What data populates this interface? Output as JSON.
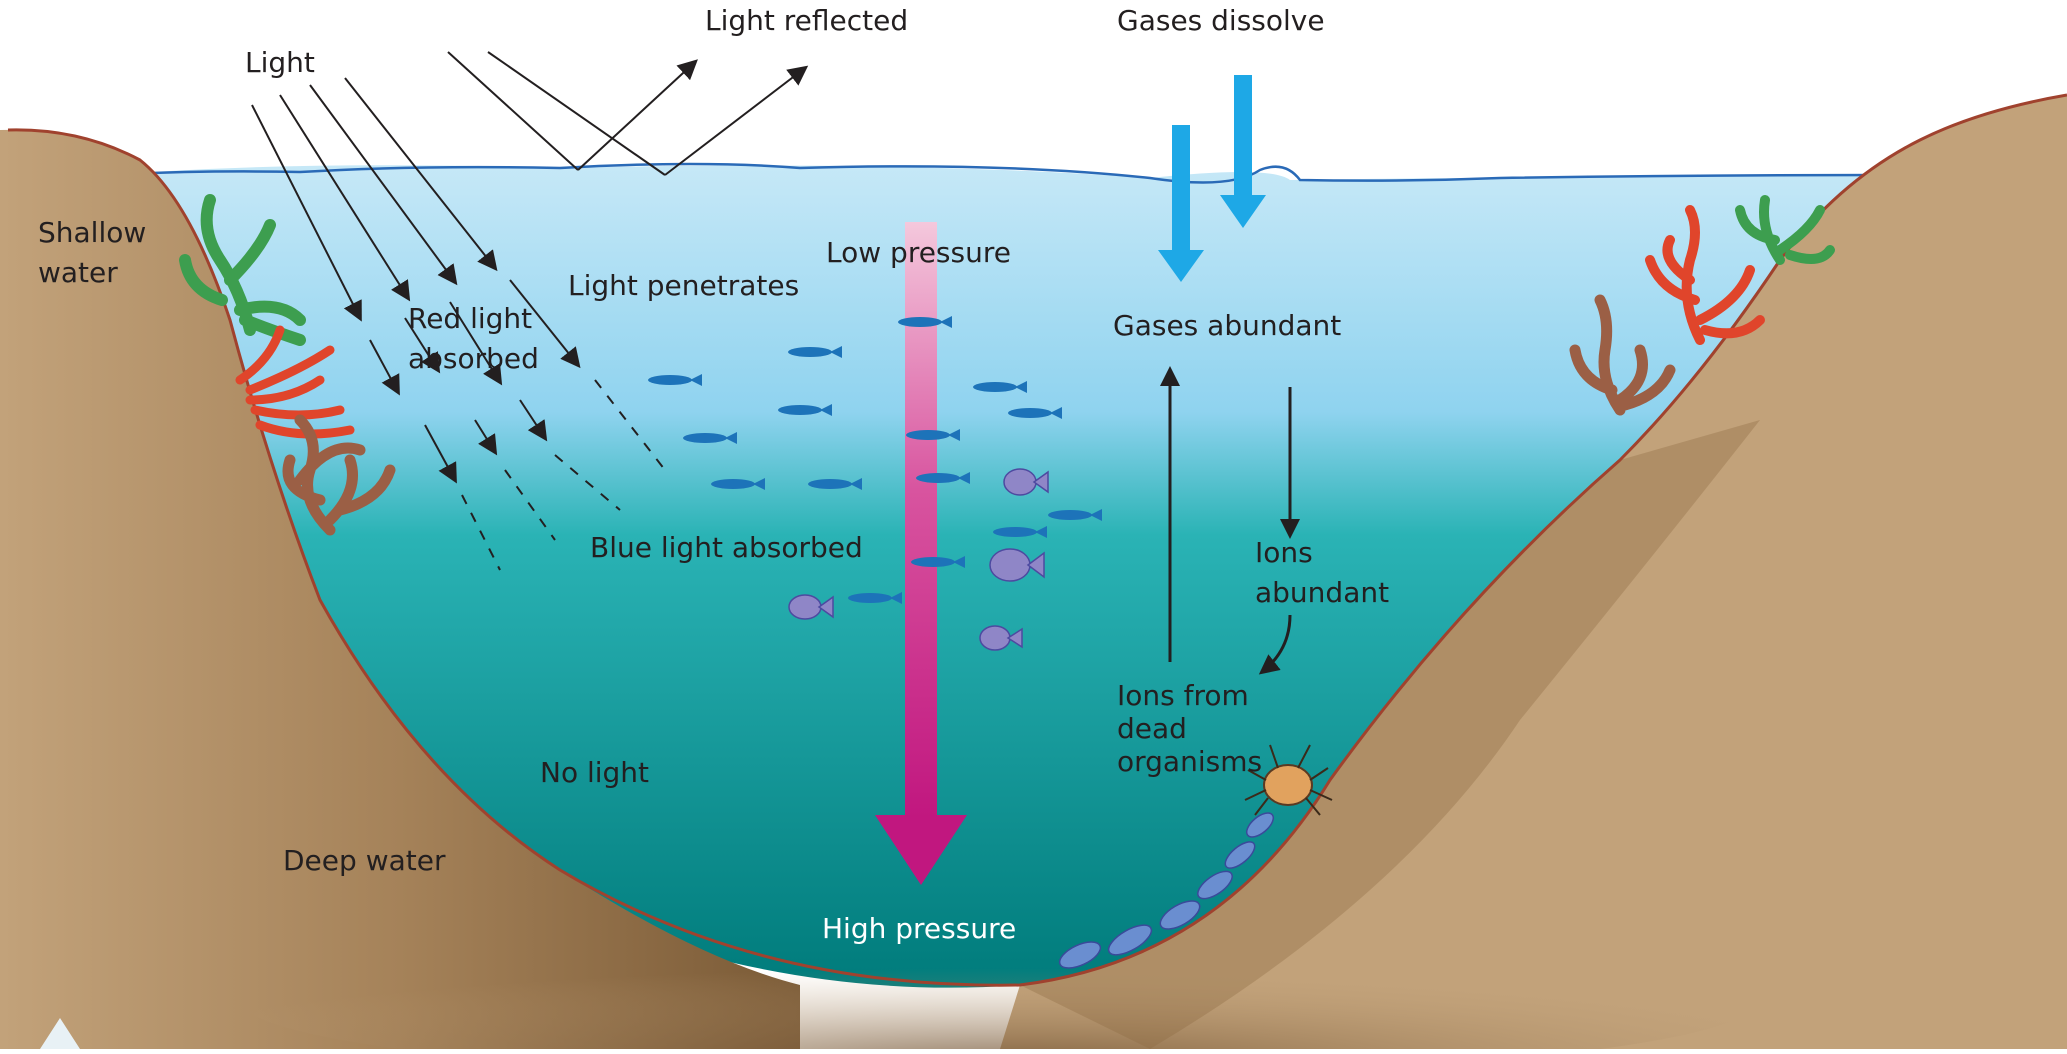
{
  "diagram": {
    "labels": {
      "light": "Light",
      "light_reflected": "Light reflected",
      "gases_dissolve": "Gases dissolve",
      "shallow_water_1": "Shallow",
      "shallow_water_2": "water",
      "red_light_1": "Red light",
      "red_light_2": "absorbed",
      "light_penetrates": "Light penetrates",
      "low_pressure": "Low pressure",
      "gases_abundant": "Gases abundant",
      "blue_light": "Blue light absorbed",
      "ions_abundant_1": "Ions",
      "ions_abundant_2": "abundant",
      "ions_from_1": "Ions from",
      "ions_from_2": "dead",
      "ions_from_3": "organisms",
      "no_light": "No light",
      "deep_water": "Deep water",
      "high_pressure": "High pressure"
    },
    "colors": {
      "water_top": "#c6e8f7",
      "water_mid": "#2ab3b5",
      "water_deep": "#007b7b",
      "land": "#c2a27a",
      "land_shadow": "#7a5a36",
      "land_edge": "#a0422e",
      "gas_arrow": "#1ea8e6",
      "pressure_top": "#f4c8dc",
      "pressure_bottom": "#c1177f",
      "fish": "#1d73b9",
      "round_fish": "#8f86c7",
      "weed_green": "#3d9e4f",
      "weed_red": "#e0452b",
      "weed_brown": "#9b5f45"
    }
  }
}
